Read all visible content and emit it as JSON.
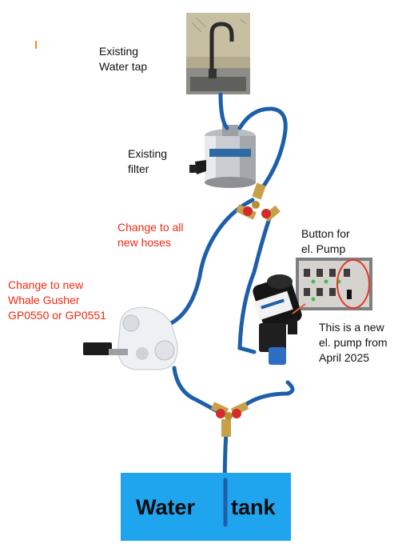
{
  "labels": {
    "existing_tap": "Existing\nWater tap",
    "existing_filter": "Existing\nfilter",
    "change_hoses": "Change to all\nnew hoses",
    "change_pump": "Change to new\nWhale Gusher\nGP0550 or GP0551",
    "button": "Button for\nel. Pump",
    "new_pump": "This is a new\nel. pump from\nApril 2025"
  },
  "tank": {
    "word1": "Water",
    "word2": "tank"
  },
  "colors": {
    "hose": "#1d5fa8",
    "tank": "#1fa5ee",
    "annotation_red": "#ee2a12",
    "connector_red": "#d42a2a",
    "brass": "#c9a04a"
  },
  "icons": {
    "tap": "faucet-photo",
    "filter": "water-filter-photo",
    "manual_pump": "manual-pump-photo",
    "electric_pump": "electric-pump-photo",
    "switch_panel": "switch-panel-photo"
  }
}
